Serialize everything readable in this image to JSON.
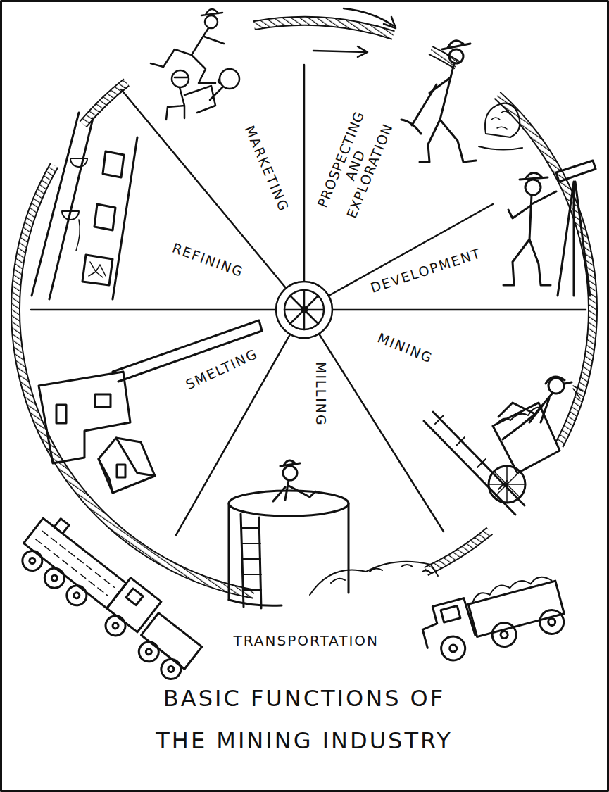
{
  "diagram": {
    "title": "BASIC FUNCTIONS OF THE MINING INDUSTRY",
    "labels": [
      "MARKETING",
      "PROSPECTING AND EXPLORATION",
      "DEVELOPMENT",
      "MINING",
      "MILLING",
      "SMELTING",
      "REFINING",
      "TRANSPORTATION"
    ]
  }
}
